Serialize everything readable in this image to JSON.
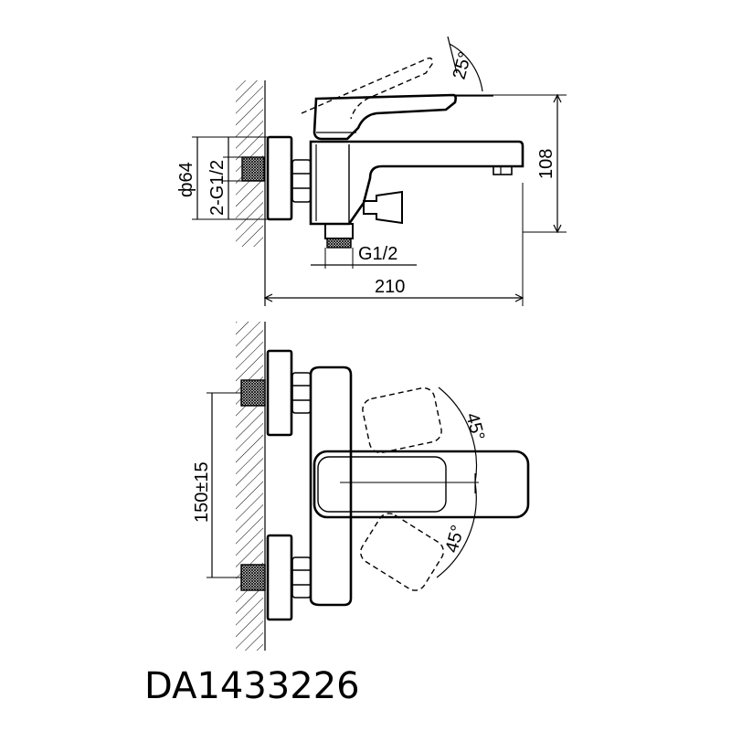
{
  "model_number": "DA1433226",
  "side_view": {
    "angle_label": "25°",
    "height_label": "108",
    "width_label": "210",
    "diameter_label": "ф64",
    "inlet_thread_label": "2-G1/2",
    "outlet_thread_label": "G1/2"
  },
  "top_view": {
    "spacing_label": "150±15",
    "rotation_upper_label": "45°",
    "rotation_lower_label": "45°"
  },
  "colors": {
    "line": "#000000",
    "background": "#ffffff"
  }
}
